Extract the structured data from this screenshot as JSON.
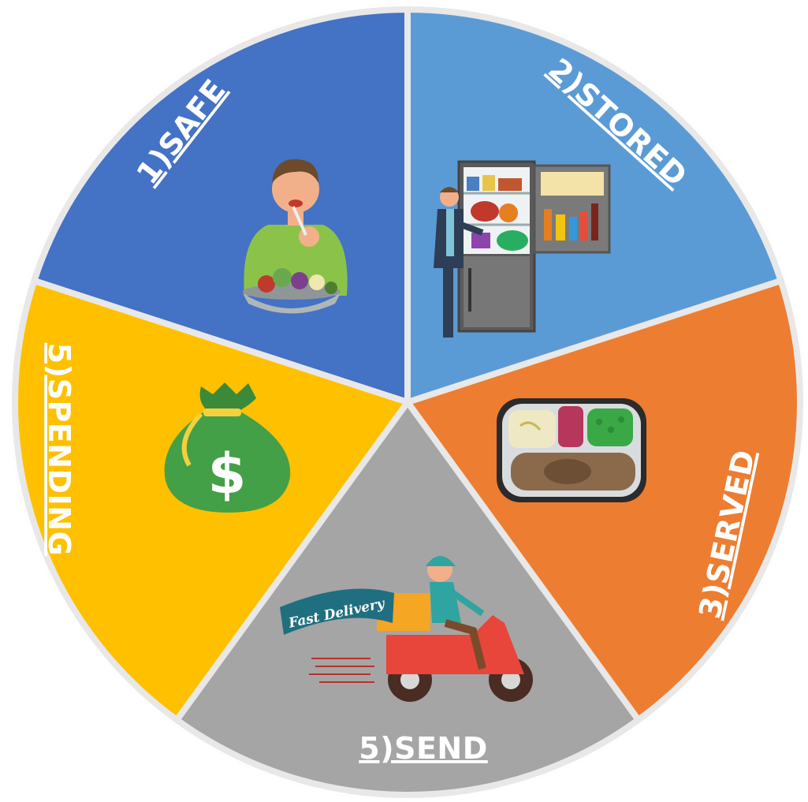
{
  "segments": [
    {
      "id": "safe",
      "label": "1)SAFE",
      "color": "#4472C4",
      "icon": "person-eating-salad-icon"
    },
    {
      "id": "stored",
      "label": "2)STORED",
      "color": "#5B9BD5",
      "icon": "open-refrigerator-icon"
    },
    {
      "id": "served",
      "label": "3)SERVED",
      "color": "#ED7D31",
      "icon": "tv-dinner-tray-icon"
    },
    {
      "id": "send",
      "label": "5)SEND",
      "color": "#A5A5A5",
      "icon": "delivery-scooter-icon"
    },
    {
      "id": "spending",
      "label": "5)SPENDING",
      "color": "#FFC000",
      "icon": "money-bag-icon"
    }
  ],
  "delivery_sign": "Fast Delivery",
  "currency_symbol": "$"
}
